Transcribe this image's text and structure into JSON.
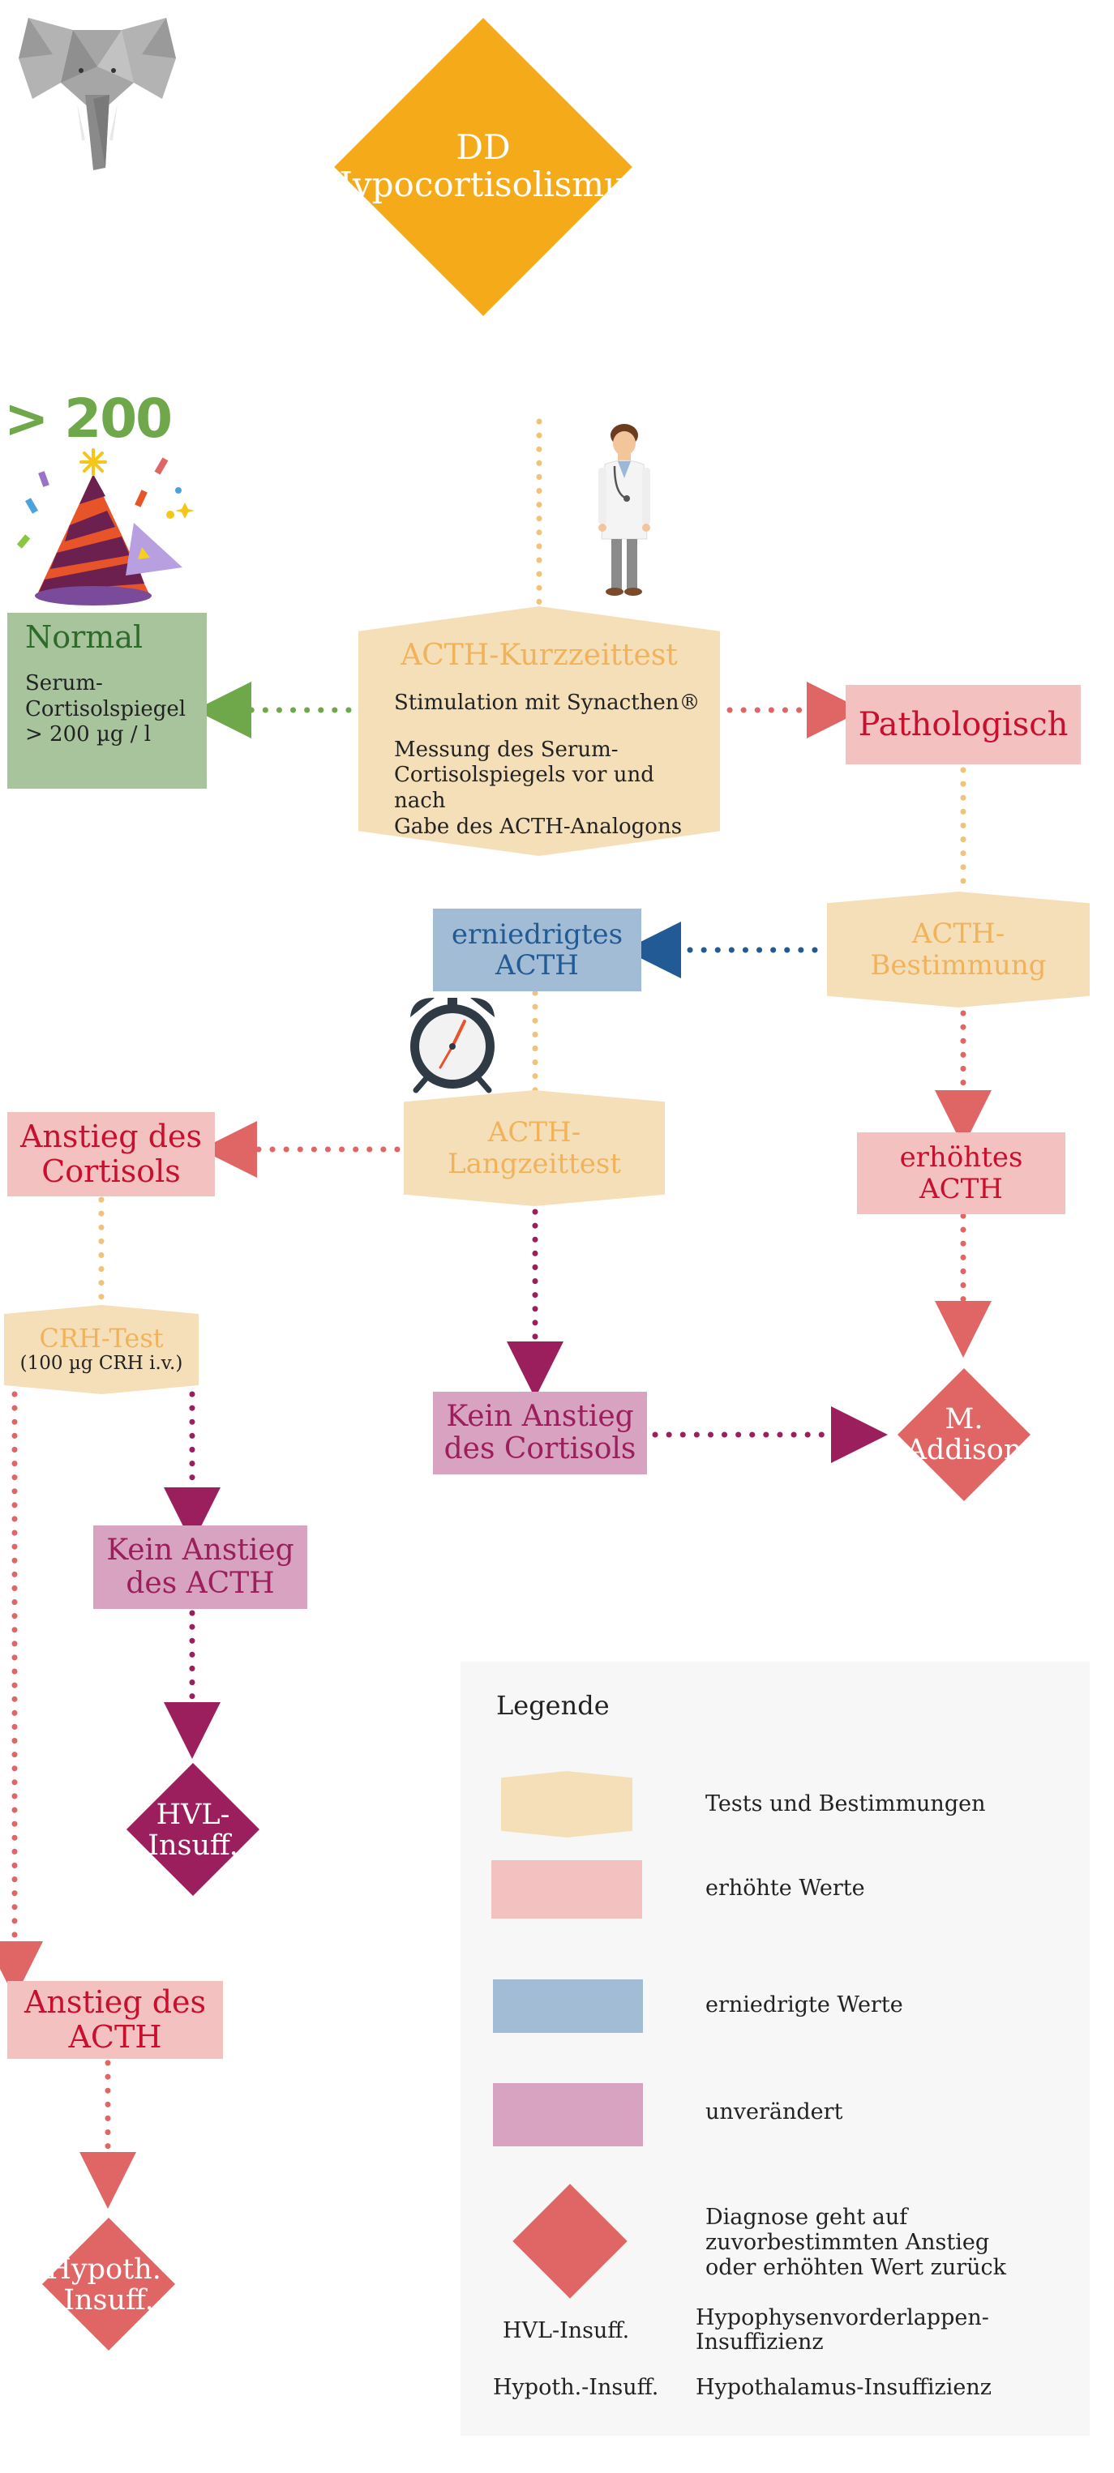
{
  "title": {
    "line1": "DD",
    "line2": "Hypocortisolismus"
  },
  "stats": {
    "celebration_value": "> 200"
  },
  "normal": {
    "title": "Normal",
    "body_lines": [
      "Serum-",
      "Cortisolspiegel",
      "> 200 µg / l"
    ]
  },
  "acth_kurzzeittest": {
    "title": "ACTH-Kurzzeittest",
    "line1": "Stimulation mit Synacthen®",
    "line2": "Messung des Serum-",
    "line3": "Cortisolspiegels vor und nach",
    "line4": "Gabe des ACTH-Analogons"
  },
  "pathologisch": "Pathologisch",
  "acth_bestimmung": "ACTH-Bestimmung",
  "erniedrigtes_acth": {
    "line1": "erniedrigtes",
    "line2": "ACTH"
  },
  "erhoehtes_acth": {
    "line1": "erhöhtes",
    "line2": "ACTH"
  },
  "acth_langzeittest": "ACTH-Langzeittest",
  "anstieg_cortisols": {
    "line1": "Anstieg des",
    "line2": "Cortisols"
  },
  "crh_test": {
    "title": "CRH-Test",
    "subtitle": "(100 µg CRH i.v.)"
  },
  "kein_anstieg_cortisols": {
    "line1": "Kein Anstieg",
    "line2": "des Cortisols"
  },
  "m_addison": {
    "line1": "M.",
    "line2": "Addison"
  },
  "kein_anstieg_acth": {
    "line1": "Kein Anstieg",
    "line2": "des ACTH"
  },
  "hvl_insuff": {
    "line1": "HVL-",
    "line2": "Insuff."
  },
  "anstieg_acth": {
    "line1": "Anstieg des",
    "line2": "ACTH"
  },
  "hypoth_insuff": {
    "line1": "Hypoth.-",
    "line2": "Insuff."
  },
  "legend": {
    "title": "Legende",
    "tests": "Tests und Bestimmungen",
    "raised": "erhöhte Werte",
    "lowered": "erniedrigte Werte",
    "unchanged": "unverändert",
    "diagnosis_line1": "Diagnose geht auf",
    "diagnosis_line2": "zuvorbestimmten Anstieg",
    "diagnosis_line3": "oder erhöhten Wert zurück",
    "abbr1": "HVL-Insuff.",
    "abbr1_meaning_line1": "Hypophysenvorderlappen-",
    "abbr1_meaning_line2": "Insuffizienz",
    "abbr2": "Hypoth.-Insuff.",
    "abbr2_meaning": "Hypothalamus-Insuffizienz"
  },
  "colors": {
    "orange": "#f5ab19",
    "tan": "#f5dfb8",
    "tan_text": "#f0b35b",
    "pink": "#f2c1c0",
    "red_text": "#c8102e",
    "blue": "#a3bcd6",
    "blue_text": "#215a94",
    "purple": "#d8a2c1",
    "purple_dark": "#9b1f5d",
    "coral": "#e06666",
    "green": "#a8c49d",
    "green_text": "#2e6b2a"
  },
  "icons": [
    "elephant-logo-icon",
    "party-hat-icon",
    "doctor-icon",
    "alarm-clock-icon"
  ]
}
